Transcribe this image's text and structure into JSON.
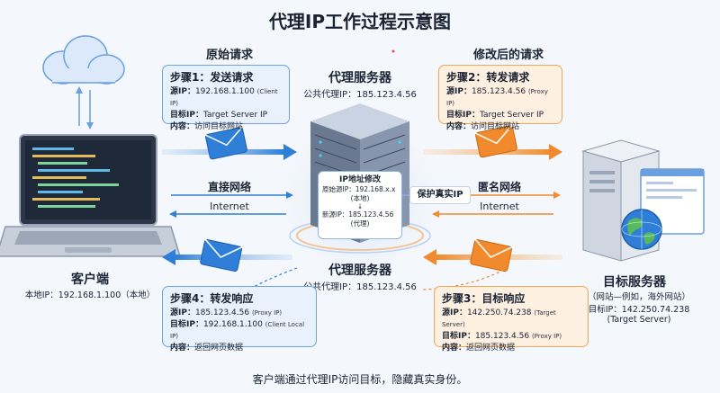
{
  "title": "代理IP工作过程示意图",
  "sections": {
    "original_request": "原始请求",
    "modified_request": "修改后的请求"
  },
  "proxy_server": {
    "title_top": "代理服务器",
    "ip_top": "公共代理IP：185.123.4.56",
    "title_bottom": "代理服务器",
    "ip_bottom": "公共代理IP：185.123.4.56"
  },
  "client": {
    "title": "客户端",
    "ip": "本地IP：192.168.1.100（本地）"
  },
  "target": {
    "title": "目标服务器",
    "subtitle": "（网站—例如，海外网站）",
    "ip": "目标IP：142.250.74.238",
    "ip_note": "(Target Server)"
  },
  "step1": {
    "heading": "步骤1：发送请求",
    "src_label": "源IP：",
    "src_value": "192.168.1.100",
    "src_note": "(Client IP)",
    "dst_label": "目标IP：",
    "dst_value": "Target Server IP",
    "content_label": "内容：",
    "content_value": "访问目标网站"
  },
  "step2": {
    "heading": "步骤2：转发请求",
    "src_label": "源IP：",
    "src_value": "185.123.4.56",
    "src_note": "(Proxy IP)",
    "dst_label": "目标IP：",
    "dst_value": "Target Server IP",
    "content_label": "内容：",
    "content_value": "访问目标网站"
  },
  "step3": {
    "heading": "步骤3：目标响应",
    "src_label": "源IP：",
    "src_value": "142.250.74.238",
    "src_note": "(Target Server)",
    "dst_label": "目标IP：",
    "dst_value": "185.123.4.56",
    "dst_note": "(Proxy IP)",
    "content_label": "内容：",
    "content_value": "返回网页数据"
  },
  "step4": {
    "heading": "步骤4：转发响应",
    "src_label": "源IP：",
    "src_value": "185.123.4.56",
    "src_note": "(Proxy IP)",
    "dst_label": "目标IP：",
    "dst_value": "192.168.1.100",
    "dst_note": "(Client Local IP)",
    "content_label": "内容：",
    "content_value": "返回网页数据"
  },
  "ip_modify": {
    "heading": "IP地址修改",
    "orig_label": "原始源IP：",
    "orig_value": "192.168.x.x",
    "orig_note": "(本地)",
    "arrow": "↓",
    "new_label": "新源IP：",
    "new_value": "185.123.4.56",
    "new_note": "(代理)"
  },
  "protect_label": "保护真实IP",
  "links": {
    "direct_network": "直接网络",
    "internet_left": "Internet",
    "anonymous_network": "匿名网络",
    "internet_right": "Internet"
  },
  "footer": "客户端通过代理IP访问目标，隐藏真实身份。",
  "colors": {
    "blue": "#2f7fd8",
    "orange": "#f08a2c",
    "blue_box": "#e8f1fc",
    "orange_box": "#fdf0e1"
  },
  "icons": [
    "cloud-icon",
    "laptop-icon",
    "server-icon",
    "envelope-icon",
    "globe-icon"
  ]
}
